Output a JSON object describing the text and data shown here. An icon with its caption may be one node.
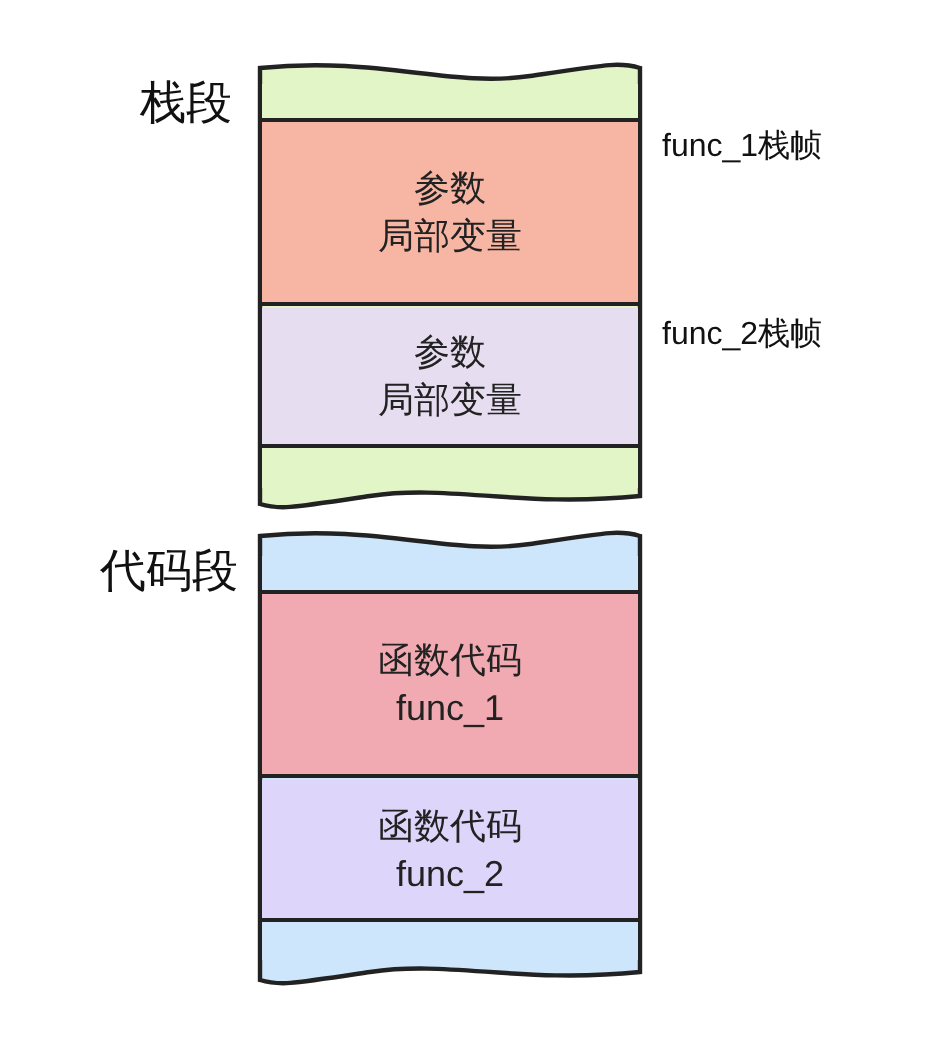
{
  "diagram": {
    "nodes": [
      {
        "text": [
          "栈段"
        ]
      },
      {
        "text": [],
        "shape": "bar",
        "in": 0
      },
      {
        "text": [
          "参数",
          "局部变量"
        ],
        "in": 0,
        "beside": [
          "func_1栈帧"
        ]
      },
      {
        "text": [
          "参数",
          "局部变量"
        ],
        "in": 0,
        "beside": [
          "func_2栈帧"
        ]
      },
      {
        "text": [],
        "shape": "bar",
        "in": 0
      },
      {
        "text": [
          "代码段"
        ]
      },
      {
        "text": [],
        "shape": "bar",
        "in": 5
      },
      {
        "text": [
          "函数代码",
          "func_1"
        ],
        "in": 5
      },
      {
        "text": [
          "函数代码",
          "func_2"
        ],
        "in": 5
      },
      {
        "text": [],
        "shape": "bar",
        "in": 5
      }
    ]
  }
}
